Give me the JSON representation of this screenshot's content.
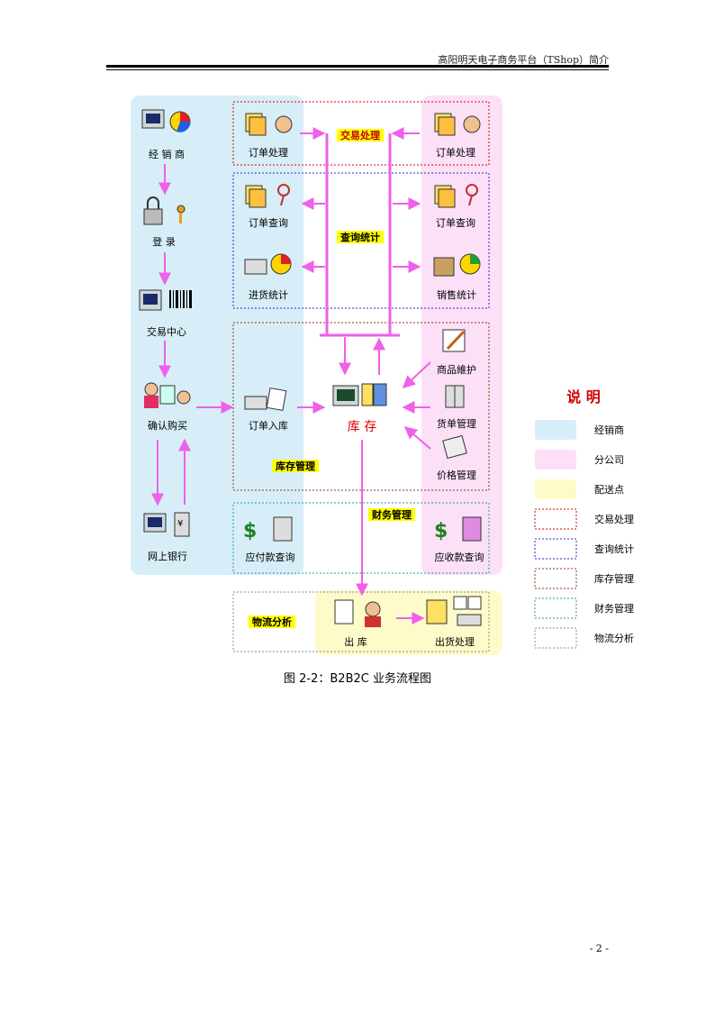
{
  "header": {
    "title": "高阳明天电子商务平台（TShop）简介"
  },
  "diagram": {
    "dealer_col": {
      "dealer": "经 销 商",
      "login": "登 录",
      "trade_center": "交易中心",
      "confirm_buy": "确认购买",
      "online_bank": "网上银行"
    },
    "left_col": {
      "order_proc": "订单处理",
      "order_query": "订单查询",
      "purchase_stats": "进货统计",
      "order_in": "订单入库",
      "payable_query": "应付款查询"
    },
    "right_col": {
      "order_proc": "订单处理",
      "order_query": "订单查询",
      "sales_stats": "销售统计",
      "goods_maint": "商品維护",
      "bill_mgmt": "货单管理",
      "price_mgmt": "价格管理",
      "receivable_query": "应收款查询"
    },
    "center": {
      "inventory": "库 存",
      "stock_out": "出 库",
      "ship_proc": "出货处理"
    },
    "tags": {
      "trade": "交易处理",
      "query": "查询统计",
      "stock": "库存管理",
      "finance": "财务管理",
      "logistics": "物流分析"
    }
  },
  "legend": {
    "title": "说 明",
    "items": [
      {
        "label": "经销商",
        "color": "#d7eef8"
      },
      {
        "label": "分公司",
        "color": "#fbe0f7"
      },
      {
        "label": "配送点",
        "color": "#fdfbc9"
      },
      {
        "label": "交易处理",
        "color": "#e00000"
      },
      {
        "label": "查询统计",
        "color": "#2a2ad0"
      },
      {
        "label": "库存管理",
        "color": "#8a3a1a"
      },
      {
        "label": "财务管理",
        "color": "#2a9aa0"
      },
      {
        "label": "物流分析",
        "color": "#888888"
      }
    ]
  },
  "caption": "图 2-2：B2B2C 业务流程图",
  "page_number": "- 2 -"
}
